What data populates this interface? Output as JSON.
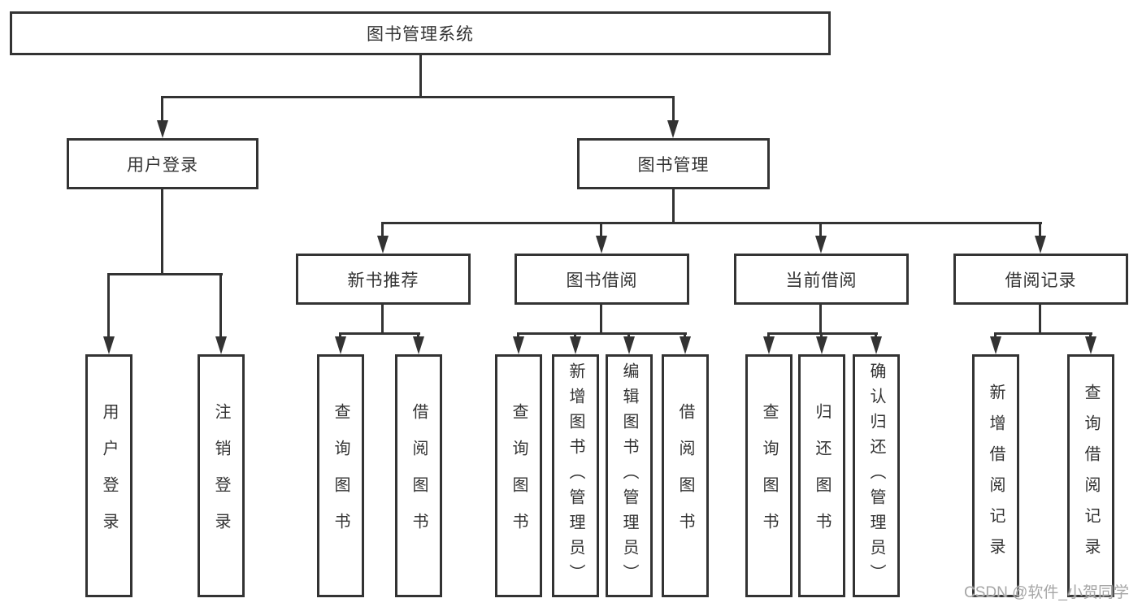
{
  "diagram_title": "图书管理系统",
  "colors": {
    "line": "#333333",
    "background": "#ffffff",
    "box_fill": "#ffffff",
    "text": "#333333",
    "watermark": "#a6a6a6"
  },
  "watermark": {
    "text": "CSDN @软件_小贺同学"
  },
  "tree": {
    "root": {
      "label": "图书管理系统",
      "children": [
        {
          "label": "用户登录",
          "children": [
            {
              "label": "用户登录"
            },
            {
              "label": "注销登录"
            }
          ]
        },
        {
          "label": "图书管理",
          "children": [
            {
              "label": "新书推荐",
              "children": [
                {
                  "label": "查询图书"
                },
                {
                  "label": "借阅图书"
                }
              ]
            },
            {
              "label": "图书借阅",
              "children": [
                {
                  "label": "查询图书"
                },
                {
                  "label": "新增图书（管理员）"
                },
                {
                  "label": "编辑图书（管理员）"
                },
                {
                  "label": "借阅图书"
                }
              ]
            },
            {
              "label": "当前借阅",
              "children": [
                {
                  "label": "查询图书"
                },
                {
                  "label": "归还图书"
                },
                {
                  "label": "确认归还（管理员）"
                }
              ]
            },
            {
              "label": "借阅记录",
              "children": [
                {
                  "label": "新增借阅记录"
                },
                {
                  "label": "查询借阅记录"
                }
              ]
            }
          ]
        }
      ]
    }
  }
}
